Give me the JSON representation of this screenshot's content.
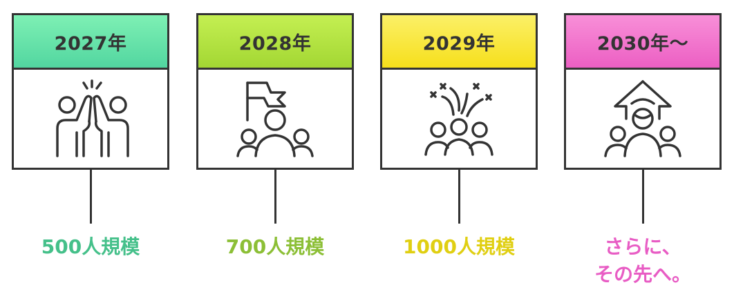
{
  "steps": [
    {
      "year": "2027年",
      "icon": "high-five-icon",
      "caption": [
        "500人規模"
      ],
      "header_color_top": "#7ef0b4",
      "header_color_bottom": "#52d6a0",
      "caption_color": "#45c08a"
    },
    {
      "year": "2028年",
      "icon": "team-flag-icon",
      "caption": [
        "700人規模"
      ],
      "header_color_top": "#c4ef52",
      "header_color_bottom": "#a3d733",
      "caption_color": "#8cbf36"
    },
    {
      "year": "2029年",
      "icon": "celebration-group-icon",
      "caption": [
        "1000人規模"
      ],
      "header_color_top": "#fbf068",
      "header_color_bottom": "#f6df1c",
      "caption_color": "#e0cf12"
    },
    {
      "year": "2030年〜",
      "icon": "growth-arrow-team-icon",
      "caption": [
        "さらに、",
        "その先へ。"
      ],
      "header_color_top": "#f88fd8",
      "header_color_bottom": "#ec5fc3",
      "caption_color": "#e85cc4"
    }
  ],
  "outline_color": "#333333"
}
